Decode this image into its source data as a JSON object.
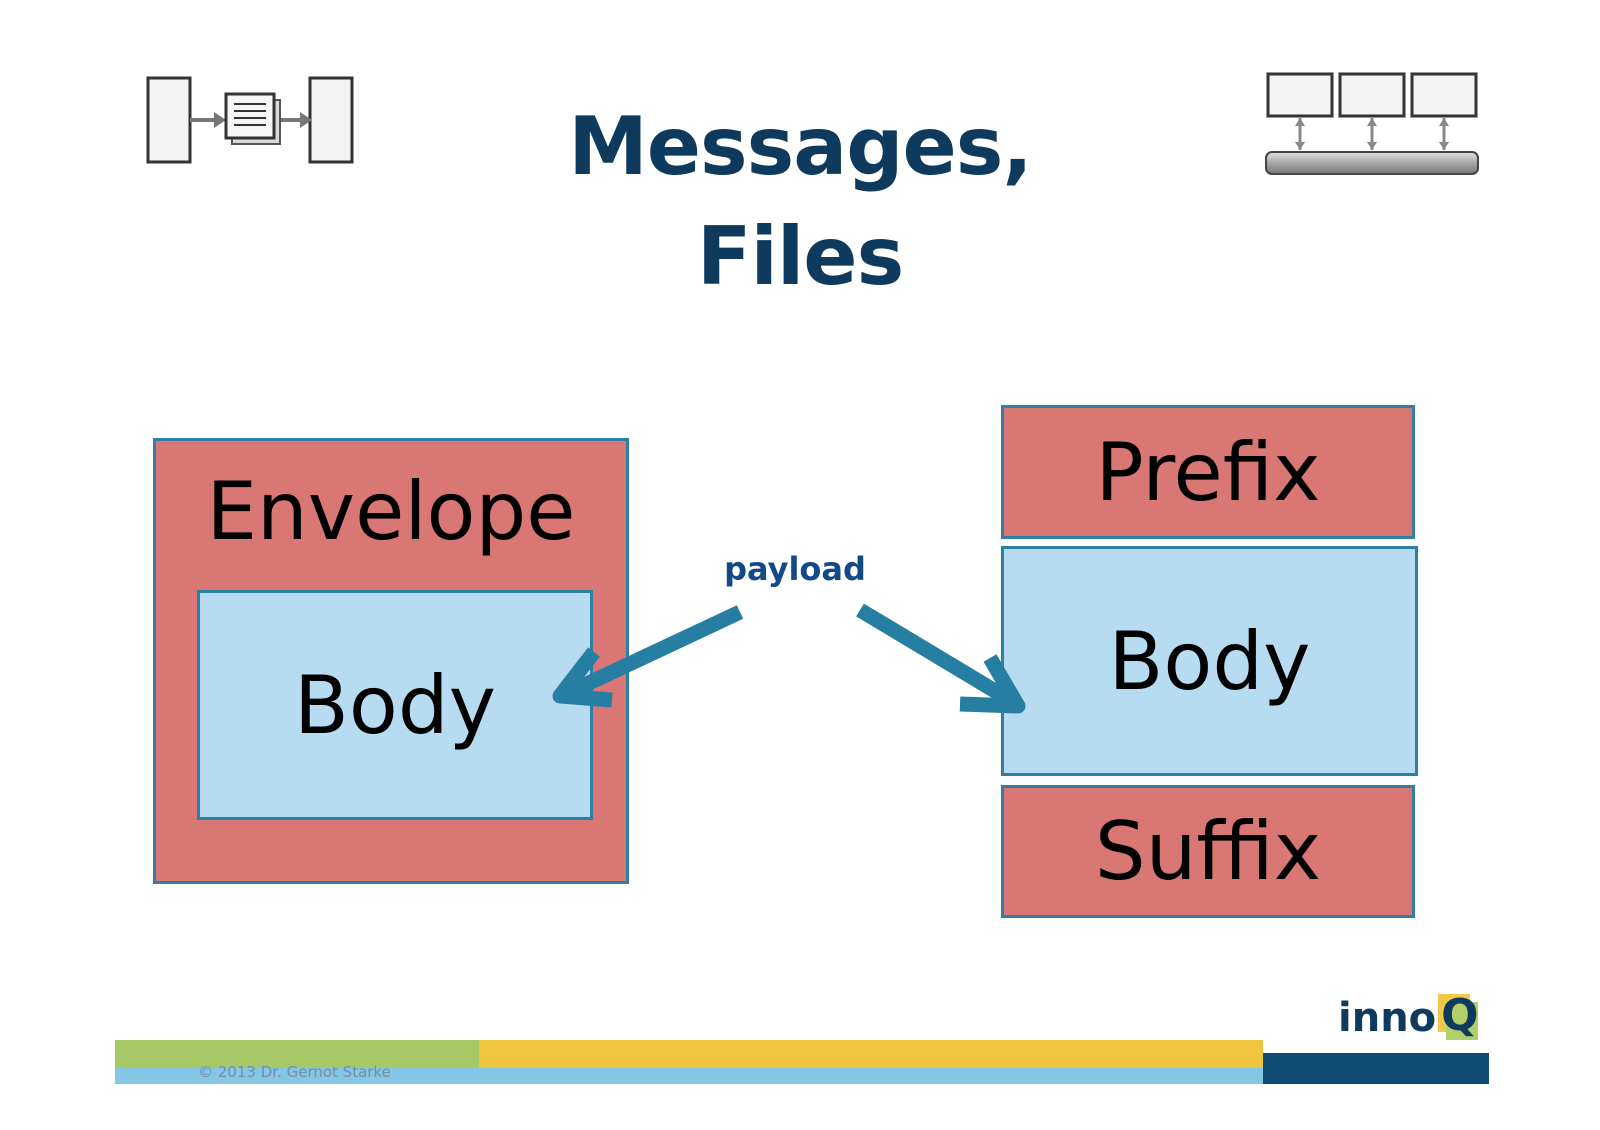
{
  "title": {
    "line1": "Messages,",
    "line2": "Files"
  },
  "icons": {
    "left": "message-channel-icon",
    "right": "message-bus-icon"
  },
  "envelope_diagram": {
    "envelope_label": "Envelope",
    "body_label": "Body"
  },
  "file_diagram": {
    "prefix_label": "Prefix",
    "body_label": "Body",
    "suffix_label": "Suffix"
  },
  "payload_label": "payload",
  "logo": {
    "text": "inno",
    "q": "Q"
  },
  "footer": {
    "copyright": "© 2013 Dr. Gernot Starke"
  },
  "colors": {
    "title": "#0e3a5e",
    "red_box": "#d87773",
    "blue_box": "#b7dcf1",
    "box_border": "#2f7fa5",
    "arrow": "#277ea3",
    "payload_text": "#114a86"
  }
}
